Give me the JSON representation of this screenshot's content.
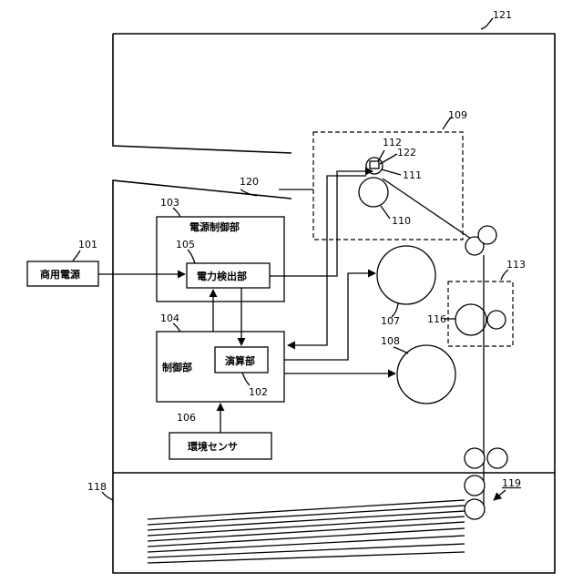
{
  "labels": {
    "printer_housing": "121",
    "fixing_unit": "109",
    "heater": "112",
    "thermistor": "122",
    "fixing_film": "111",
    "pressure_roller": "110",
    "door_sensor": "120",
    "power_control": "103",
    "power_detect": "105",
    "commercial_power_num": "101",
    "controller": "104",
    "operation_unit": "102",
    "env_sensor": "106",
    "motor_1": "107",
    "motor_2": "108",
    "transfer_unit": "113",
    "transfer_roller": "116",
    "feed_tray": "118",
    "feed_path": "119"
  },
  "text": {
    "power_control_title": "電源制御部",
    "power_detect_box": "電力検出部",
    "commercial_power_box": "商用電源",
    "controller_title": "制御部",
    "operation_box": "演算部",
    "env_sensor_box": "環境センサ"
  }
}
